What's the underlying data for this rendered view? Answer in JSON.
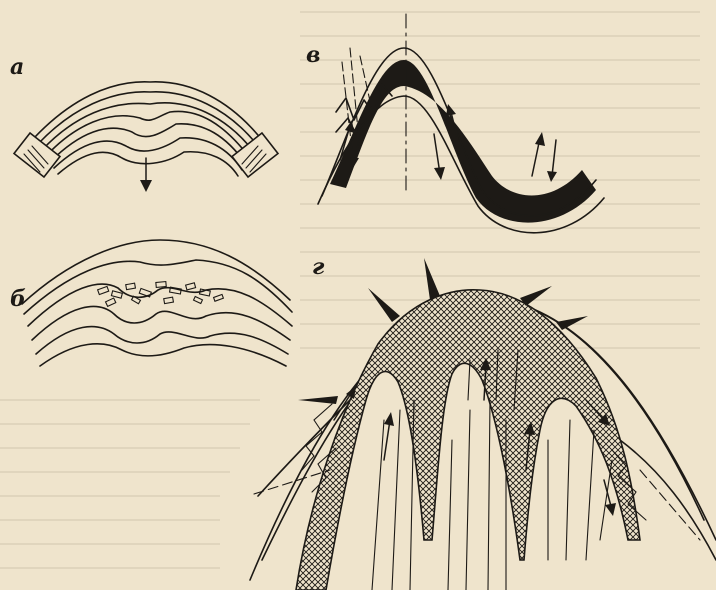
{
  "figure": {
    "panels": [
      {
        "id": "a",
        "label": "а"
      },
      {
        "id": "b",
        "label": "б"
      },
      {
        "id": "v",
        "label": "в"
      },
      {
        "id": "g",
        "label": "г"
      }
    ]
  },
  "colors": {
    "paper": "#efe4cc",
    "ink": "#1d1a16"
  }
}
